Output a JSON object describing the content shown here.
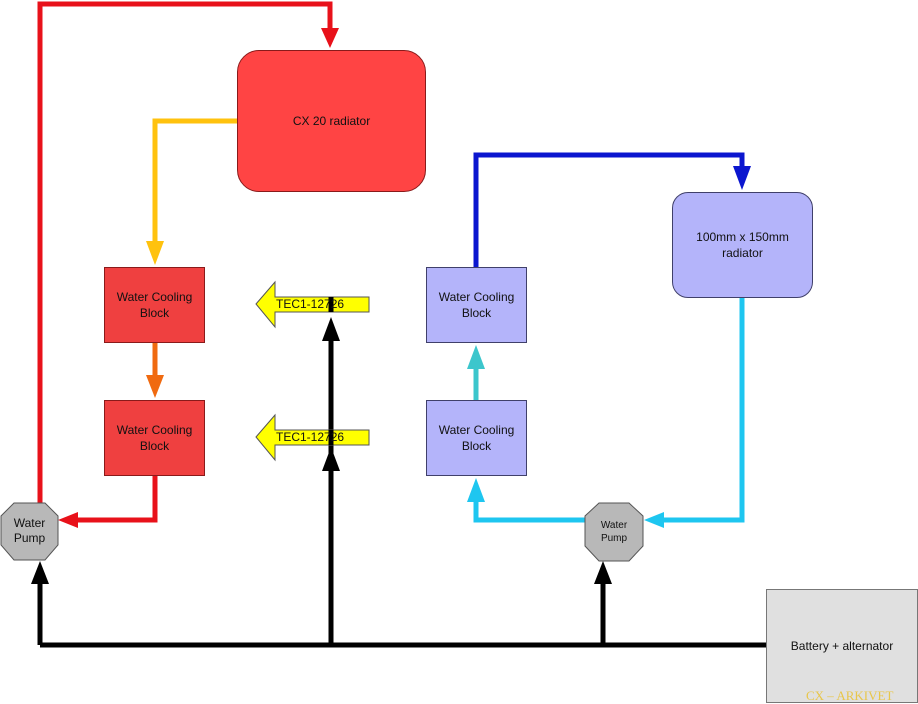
{
  "nodes": {
    "cx20_radiator": "CX 20 radiator",
    "left_block_top": "Water Cooling\nBlock",
    "left_block_bottom": "Water Cooling\nBlock",
    "right_block_top": "Water Cooling\nBlock",
    "right_block_bottom": "Water Cooling\nBlock",
    "small_radiator": "100mm x 150mm\nradiator",
    "left_pump": "Water\nPump",
    "right_pump": "Water\nPump",
    "battery": "Battery + alternator"
  },
  "peltier": {
    "top": "TEC1-12726",
    "bottom": "TEC1-12726"
  },
  "watermark": "CX – ARKIVET",
  "colors": {
    "hot_loop": "#e8111a",
    "warm_flow": "#ffc20e",
    "mid_flow": "#f06a10",
    "cold_loop_dark": "#0b16cf",
    "cold_loop_light": "#1ec6f0",
    "cold_loop_mid": "#3cc6cc",
    "power": "#000000",
    "peltier_fill": "#ffff00",
    "red_components": "#ef4040",
    "blue_components": "#b4b4fa",
    "pump_fill": "#b8b8b8",
    "battery_fill": "#e0e0e0"
  },
  "icons": {
    "pump": "octagon-pump-icon",
    "peltier": "arrow-left-label-icon"
  }
}
